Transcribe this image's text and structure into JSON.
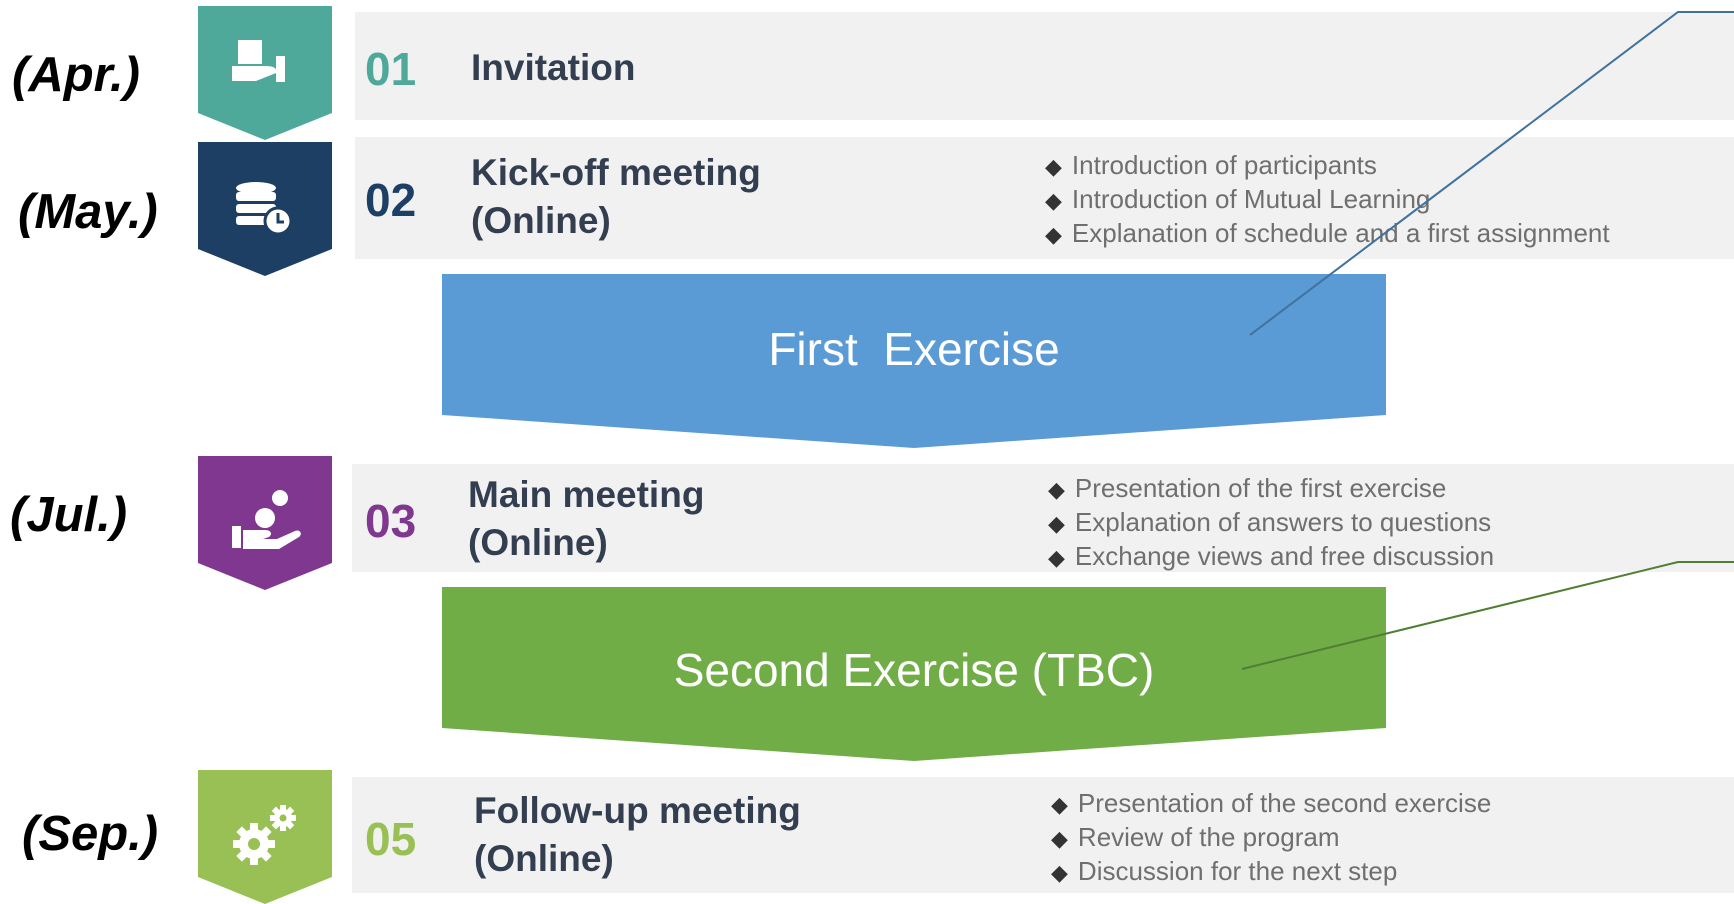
{
  "steps": [
    {
      "month": "(Apr.)",
      "number": "01",
      "title_line1": "Invitation",
      "title_line2": "",
      "icon": "hand-holding-box-icon",
      "color": "#4fa99a",
      "bullets": []
    },
    {
      "month": "(May.)",
      "number": "02",
      "title_line1": "Kick-off meeting",
      "title_line2": "(Online)",
      "icon": "database-clock-icon",
      "color": "#1c3f63",
      "bullets": [
        "Introduction of participants",
        "Introduction of Mutual Learning",
        "Explanation of schedule and a first assignment"
      ]
    },
    {
      "month": "(Jul.)",
      "number": "03",
      "title_line1": "Main meeting",
      "title_line2": "(Online)",
      "icon": "hand-coins-icon",
      "color": "#7f3790",
      "bullets": [
        "Presentation of the first exercise",
        "Explanation of answers to questions",
        "Exchange views and free discussion"
      ]
    },
    {
      "month": "(Sep.)",
      "number": "05",
      "title_line1": "Follow-up meeting",
      "title_line2": "(Online)",
      "icon": "gears-icon",
      "color": "#98c054",
      "bullets": [
        "Presentation of the second exercise",
        "Review of the program",
        "Discussion for the next step"
      ]
    }
  ],
  "banners": [
    {
      "label": "First  Exercise",
      "color": "#5b9bd5"
    },
    {
      "label": "Second Exercise (TBC)",
      "color": "#70ad47"
    }
  ]
}
